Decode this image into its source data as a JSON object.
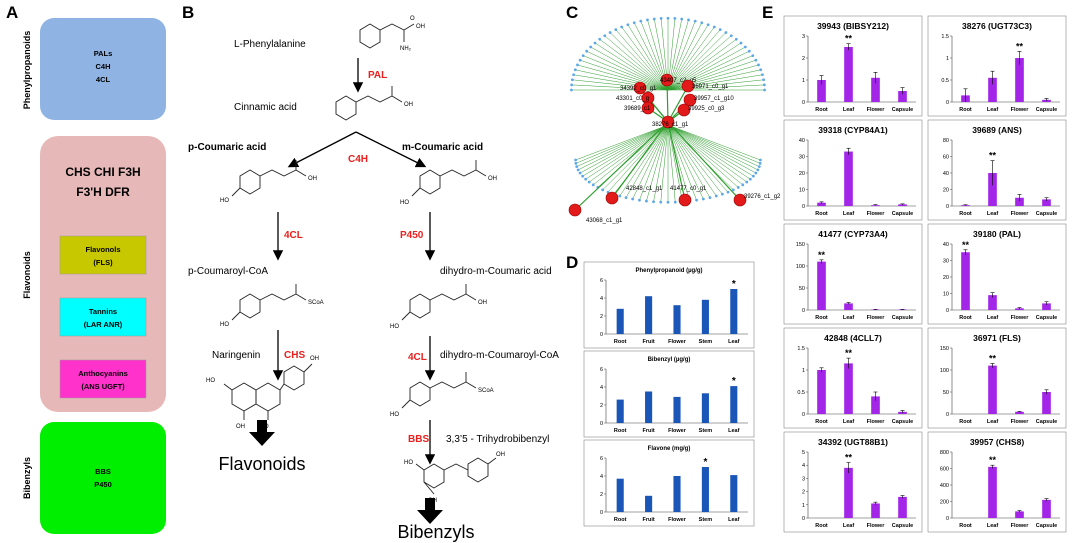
{
  "panels": {
    "A": "A",
    "B": "B",
    "C": "C",
    "D": "D",
    "E": "E"
  },
  "panelA": {
    "groups": [
      {
        "label": "Phenylpropanoids",
        "enzymes": [
          "PALs",
          "C4H",
          "4CL"
        ]
      },
      {
        "label": "Flavonoids",
        "enzymes": [
          "CHS  CHI  F3H",
          "F3'H  DFR"
        ]
      },
      {
        "label": "Bibenzyls",
        "enzymes": [
          "BBS",
          "P450"
        ]
      }
    ],
    "subgroups": [
      {
        "name": "Flavonols",
        "enzymes": "(FLS)",
        "color": "#c8c800"
      },
      {
        "name": "Tannins",
        "enzymes": "(LAR  ANR)",
        "color": "#00ffff"
      },
      {
        "name": "Anthocyanins",
        "enzymes": "(ANS UGFT)",
        "color": "#ff33cc"
      }
    ],
    "colors": {
      "phenyl": "#8fb4e3",
      "flav": "#e6b9b8",
      "bib": "#00ee00"
    }
  },
  "panelB": {
    "compounds": {
      "lphe": "L-Phenylalanine",
      "cinn": "Cinnamic acid",
      "pcoum": "p-Coumaric acid",
      "mcoum": "m-Coumaric acid",
      "pcoa": "p-Coumaroyl-CoA",
      "dhm": "dihydro-m-Coumaric acid",
      "nar": "Naringenin",
      "dhmcoa": "dihydro-m-Coumaroyl-CoA",
      "tri": "3,3’5 - Trihydrobibenzyl"
    },
    "enzymes": {
      "pal": "PAL",
      "c4h": "C4H",
      "cl1": "4CL",
      "p450": "P450",
      "chs": "CHS",
      "cl2": "4CL",
      "bbs": "BBS"
    },
    "products": {
      "flav": "Flavonoids",
      "bib": "Bibenzyls"
    }
  },
  "panelC": {
    "hubs": [
      "43407_c2_g5",
      "34392_c0_g1",
      "36971_c0_g1",
      "43301_c0_g",
      "39957_c1_g10",
      "39689_c1",
      "39925_c0_g3",
      "38276_c1_g1",
      "42848_c1_g1",
      "41477_c0_g1",
      "43068_c1_g1",
      "39276_c1_g2"
    ]
  },
  "panelD": [
    {
      "title": "Phenylpropanoid (µg/g)",
      "categories": [
        "Root",
        "Fruit",
        "Flower",
        "Stem",
        "Leaf"
      ],
      "values": [
        2.8,
        4.2,
        3.2,
        3.8,
        5.0
      ],
      "ylim": [
        0,
        6
      ],
      "yticks": [
        "0",
        "2",
        "4",
        "6"
      ],
      "star": 4
    },
    {
      "title": "Bibenzyl (µg/g)",
      "categories": [
        "Root",
        "Fruit",
        "Flower",
        "Stem",
        "Leaf"
      ],
      "values": [
        2.6,
        3.5,
        2.9,
        3.3,
        4.1
      ],
      "ylim": [
        0,
        6
      ],
      "yticks": [
        "0",
        "2",
        "4",
        "6"
      ],
      "star": 4
    },
    {
      "title": "Flavone (mg/g)",
      "categories": [
        "Root",
        "Fruit",
        "Flower",
        "Stem",
        "Leaf"
      ],
      "values": [
        3.7,
        1.8,
        4.0,
        5.0,
        4.1
      ],
      "ylim": [
        0,
        6
      ],
      "yticks": [
        "0",
        "2",
        "4",
        "6"
      ],
      "star": 3
    }
  ],
  "chart_data": [
    {
      "type": "bar",
      "title": "39943 (BIBSY212)",
      "categories": [
        "Root",
        "Leaf",
        "Flower",
        "Capsule"
      ],
      "values": [
        1.0,
        2.5,
        1.1,
        0.5
      ],
      "errors": [
        0.2,
        0.15,
        0.25,
        0.15
      ],
      "ylim": [
        0,
        3
      ],
      "yticks": [
        "0",
        "1",
        "2",
        "3"
      ],
      "sig": [
        1
      ]
    },
    {
      "type": "bar",
      "title": "38276 (UGT73C3)",
      "categories": [
        "Root",
        "Leaf",
        "Flower",
        "Capsule"
      ],
      "values": [
        0.15,
        0.55,
        1.0,
        0.05
      ],
      "errors": [
        0.15,
        0.15,
        0.15,
        0.03
      ],
      "ylim": [
        0,
        1.5
      ],
      "yticks": [
        "0",
        "0.5",
        "1",
        "1.5"
      ],
      "sig": [
        2
      ]
    },
    {
      "type": "bar",
      "title": "39318 (CYP84A1)",
      "categories": [
        "Root",
        "Leaf",
        "Flower",
        "Capsule"
      ],
      "values": [
        2,
        33,
        0.5,
        1
      ],
      "errors": [
        0.5,
        2,
        0.3,
        0.3
      ],
      "ylim": [
        0,
        40
      ],
      "yticks": [
        "0",
        "10",
        "20",
        "30",
        "40"
      ],
      "sig": []
    },
    {
      "type": "bar",
      "title": "39689 (ANS)",
      "categories": [
        "Root",
        "Leaf",
        "Flower",
        "Capsule"
      ],
      "values": [
        1,
        40,
        10,
        8
      ],
      "errors": [
        0.5,
        15,
        4,
        2
      ],
      "ylim": [
        0,
        80
      ],
      "yticks": [
        "0",
        "20",
        "40",
        "60",
        "80"
      ],
      "sig": [
        1
      ]
    },
    {
      "type": "bar",
      "title": "41477 (CYP73A4)",
      "categories": [
        "Root",
        "Leaf",
        "Flower",
        "Capsule"
      ],
      "values": [
        110,
        15,
        1,
        1
      ],
      "errors": [
        4,
        2,
        0.5,
        0.5
      ],
      "ylim": [
        0,
        150
      ],
      "yticks": [
        "0",
        "50",
        "100",
        "150"
      ],
      "sig": [
        0
      ]
    },
    {
      "type": "bar",
      "title": "39180 (PAL)",
      "categories": [
        "Root",
        "Leaf",
        "Flower",
        "Capsule"
      ],
      "values": [
        35,
        9,
        1,
        4
      ],
      "errors": [
        1.5,
        1.5,
        0.5,
        1
      ],
      "ylim": [
        0,
        40
      ],
      "yticks": [
        "0",
        "10",
        "20",
        "30",
        "40"
      ],
      "sig": [
        0
      ]
    },
    {
      "type": "bar",
      "title": "42848 (4CLL7)",
      "categories": [
        "Root",
        "Leaf",
        "Flower",
        "Capsule"
      ],
      "values": [
        1.0,
        1.15,
        0.4,
        0.05
      ],
      "errors": [
        0.05,
        0.12,
        0.1,
        0.03
      ],
      "ylim": [
        0,
        1.5
      ],
      "yticks": [
        "0",
        "0.5",
        "1",
        "1.5"
      ],
      "sig": [
        1
      ]
    },
    {
      "type": "bar",
      "title": "36971 (FLS)",
      "categories": [
        "Root",
        "Leaf",
        "Flower",
        "Capsule"
      ],
      "values": [
        0,
        110,
        5,
        50
      ],
      "errors": [
        0,
        5,
        1,
        5
      ],
      "ylim": [
        0,
        150
      ],
      "yticks": [
        "0",
        "50",
        "100",
        "150"
      ],
      "sig": [
        1
      ]
    },
    {
      "type": "bar",
      "title": "34392 (UGT88B1)",
      "categories": [
        "Root",
        "Leaf",
        "Flower",
        "Capsule"
      ],
      "values": [
        0,
        3.8,
        1.1,
        1.6
      ],
      "errors": [
        0,
        0.4,
        0.1,
        0.1
      ],
      "ylim": [
        0,
        5
      ],
      "yticks": [
        "0",
        "1",
        "2",
        "3",
        "4",
        "5"
      ],
      "sig": [
        1
      ]
    },
    {
      "type": "bar",
      "title": "39957 (CHS8)",
      "categories": [
        "Root",
        "Leaf",
        "Flower",
        "Capsule"
      ],
      "values": [
        0,
        620,
        80,
        220
      ],
      "errors": [
        0,
        20,
        10,
        15
      ],
      "ylim": [
        0,
        800
      ],
      "yticks": [
        "0",
        "200",
        "400",
        "600",
        "800"
      ],
      "sig": [
        1
      ]
    }
  ]
}
